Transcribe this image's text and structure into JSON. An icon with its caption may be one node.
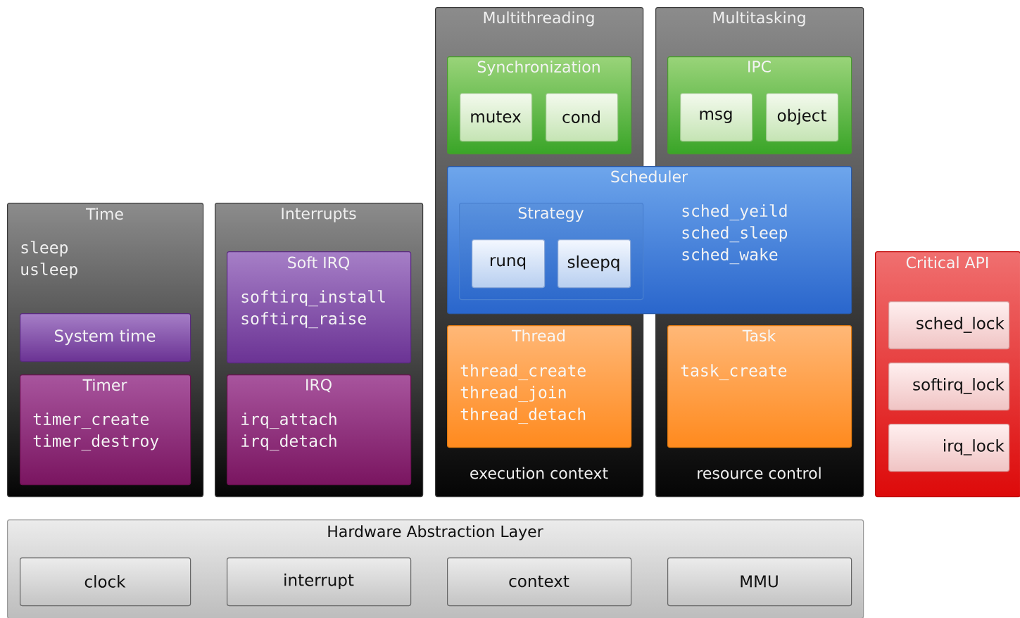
{
  "diagram": {
    "nodes": [
      {
        "text": [
          "Time",
          "sleep usleep"
        ]
      },
      {
        "text": [
          "System time"
        ],
        "in": 0
      },
      {
        "text": [
          "Timer",
          "timer_create timer_destroy"
        ],
        "in": 0
      },
      {
        "text": [
          "Interrupts"
        ]
      },
      {
        "text": [
          "Soft IRQ",
          "softirq_install softirq_raise"
        ],
        "in": 3
      },
      {
        "text": [
          "IRQ",
          "irq_attach irq_detach"
        ],
        "in": 3
      },
      {
        "text": [
          "Multithreading",
          "execution context"
        ]
      },
      {
        "text": [
          "Synchronization"
        ],
        "in": 6
      },
      {
        "text": [
          "mutex"
        ],
        "in": 7
      },
      {
        "text": [
          "cond"
        ],
        "in": 7
      },
      {
        "text": [
          "Multitasking",
          "resource control"
        ]
      },
      {
        "text": [
          "IPC"
        ],
        "in": 10
      },
      {
        "text": [
          "msg"
        ],
        "in": 11
      },
      {
        "text": [
          "object"
        ],
        "in": 11
      },
      {
        "text": [
          "Scheduler",
          "sched_yeild sched_sleep sched_wake"
        ]
      },
      {
        "text": [
          "Strategy"
        ]
      },
      {
        "text": [
          "runq"
        ],
        "in": 15
      },
      {
        "text": [
          "sleepq"
        ],
        "in": 15
      },
      {
        "text": [
          "Thread",
          "thread_create thread_join thread_detach"
        ],
        "in": 6
      },
      {
        "text": [
          "Task",
          "task_create"
        ],
        "in": 10
      },
      {
        "text": [
          "Critical API"
        ]
      },
      {
        "text": [
          "sched_lock"
        ],
        "in": 20
      },
      {
        "text": [
          "softirq_lock"
        ],
        "in": 20
      },
      {
        "text": [
          "irq_lock"
        ],
        "in": 20
      },
      {
        "text": [
          "Hardware Abstraction Layer"
        ]
      },
      {
        "text": [
          "clock"
        ],
        "in": 24
      },
      {
        "text": [
          "interrupt"
        ],
        "in": 24
      },
      {
        "text": [
          "context"
        ],
        "in": 24
      },
      {
        "text": [
          "MMU"
        ],
        "in": 24
      }
    ]
  }
}
